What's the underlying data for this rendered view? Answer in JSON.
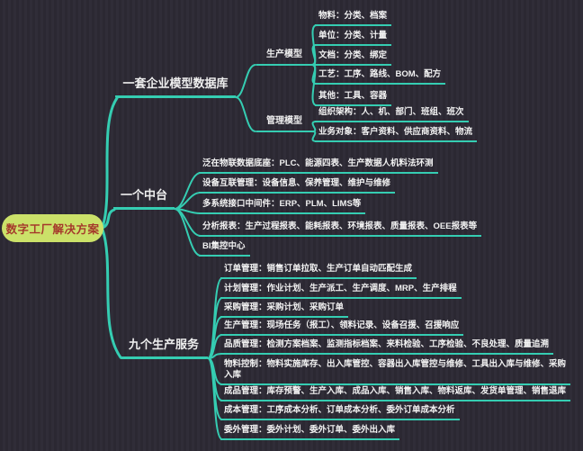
{
  "root": {
    "label": "数字工厂解决方案"
  },
  "branches": [
    {
      "label": "一套企业模型数据库",
      "groups": [
        {
          "label": "生产模型",
          "items": [
            "物料：分类、档案",
            "单位：分类、计量",
            "文档：分类、绑定",
            "工艺：工序、路线、BOM、配方",
            "其他：工具、容器"
          ]
        },
        {
          "label": "管理模型",
          "items": [
            "组织架构：人、机、部门、班组、班次",
            "业务对象：客户资料、供应商资料、物流"
          ]
        }
      ]
    },
    {
      "label": "一个中台",
      "items": [
        "泛在物联数据底座：PLC、能源四表、生产数据人机料法环测",
        "设备互联管理：设备信息、保养管理、维护与维修",
        "多系统接口中间件：ERP、PLM、LIMS等",
        "分析报表：生产过程报表、能耗报表、环境报表、质量报表、OEE报表等",
        "BI集控中心"
      ]
    },
    {
      "label": "九个生产服务",
      "items": [
        "订单管理：销售订单拉取、生产订单自动匹配生成",
        "计划管理：作业计划、生产派工、生产调度、MRP、生产排程",
        "采购管理：采购计划、采购订单",
        "生产管理：现场任务（报工）、领料记录、设备召援、召援响应",
        "品质管理：检测方案档案、监测指标档案、来料检验、工序检验、不良处理、质量追溯",
        "物料控制：物料实施库存、出入库管控、容器出入库管控与维修、工具出入库与维修、采购入库",
        "成品管理：库存预警、生产入库、成品入库、销售入库、物料返库、发货单管理、销售退库",
        "成本管理：工序成本分析、订单成本分析、委外订单成本分析",
        "委外管理：委外计划、委外订单、委外出入库"
      ]
    }
  ],
  "colors": {
    "background": "#2e2b36",
    "line": "#35cdb2",
    "root_background": "#cbe169",
    "root_text": "#a5392b",
    "node_text": "#f2f2f2"
  }
}
